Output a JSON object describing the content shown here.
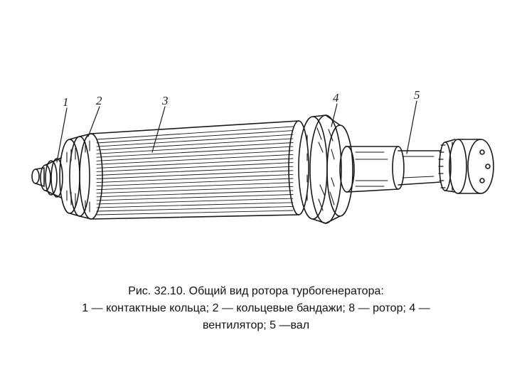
{
  "callouts": {
    "n1": "1",
    "n2": "2",
    "n3": "3",
    "n4": "4",
    "n5": "5"
  },
  "caption": {
    "line1": "Рис. 32.10. Общий вид ротора турбогенератора:",
    "line2": "1 — контактные кольца; 2 — кольцевые бандажи; 8 — ротор; 4 —",
    "line3": "вентилятор; 5 —вал"
  },
  "colors": {
    "ink": "#1a1a1a",
    "paper": "#ffffff"
  }
}
